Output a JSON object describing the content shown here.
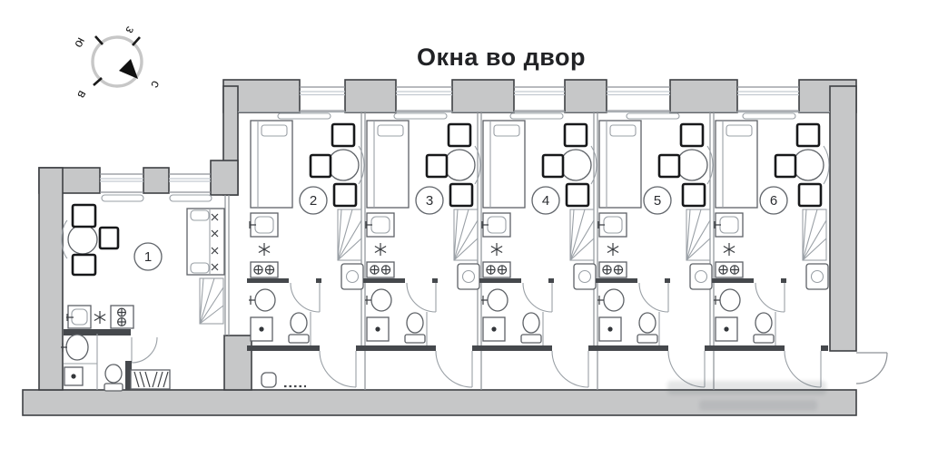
{
  "title": "Окна во двор",
  "compass": {
    "north": "с",
    "south": "ю",
    "east": "в",
    "west": "з"
  },
  "units": [
    {
      "number": "1"
    },
    {
      "number": "2"
    },
    {
      "number": "3"
    },
    {
      "number": "4"
    },
    {
      "number": "5"
    },
    {
      "number": "6"
    }
  ],
  "legend_names": [
    "bed",
    "dining-table",
    "chair",
    "sofa",
    "stairs",
    "kitchen-sink",
    "stove",
    "cooker-hood-symbol",
    "washbasin",
    "shower",
    "toilet",
    "washing-machine",
    "radiator",
    "entry-door",
    "window"
  ],
  "colors": {
    "wall_fill": "#c6c7c8",
    "wall_dark": "#45484c",
    "line": "#5d6166",
    "title_text": "#212225",
    "window_glass": "#c3c9d0"
  }
}
